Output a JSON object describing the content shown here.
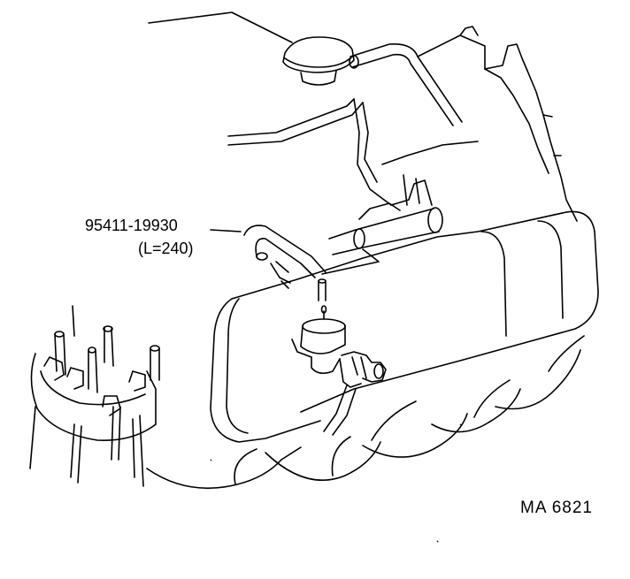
{
  "callout": {
    "part_number": "95411-19930",
    "part_length": "(L=240)"
  },
  "figure_code": "MA  6821",
  "colors": {
    "line": "#000000",
    "background": "#ffffff"
  }
}
